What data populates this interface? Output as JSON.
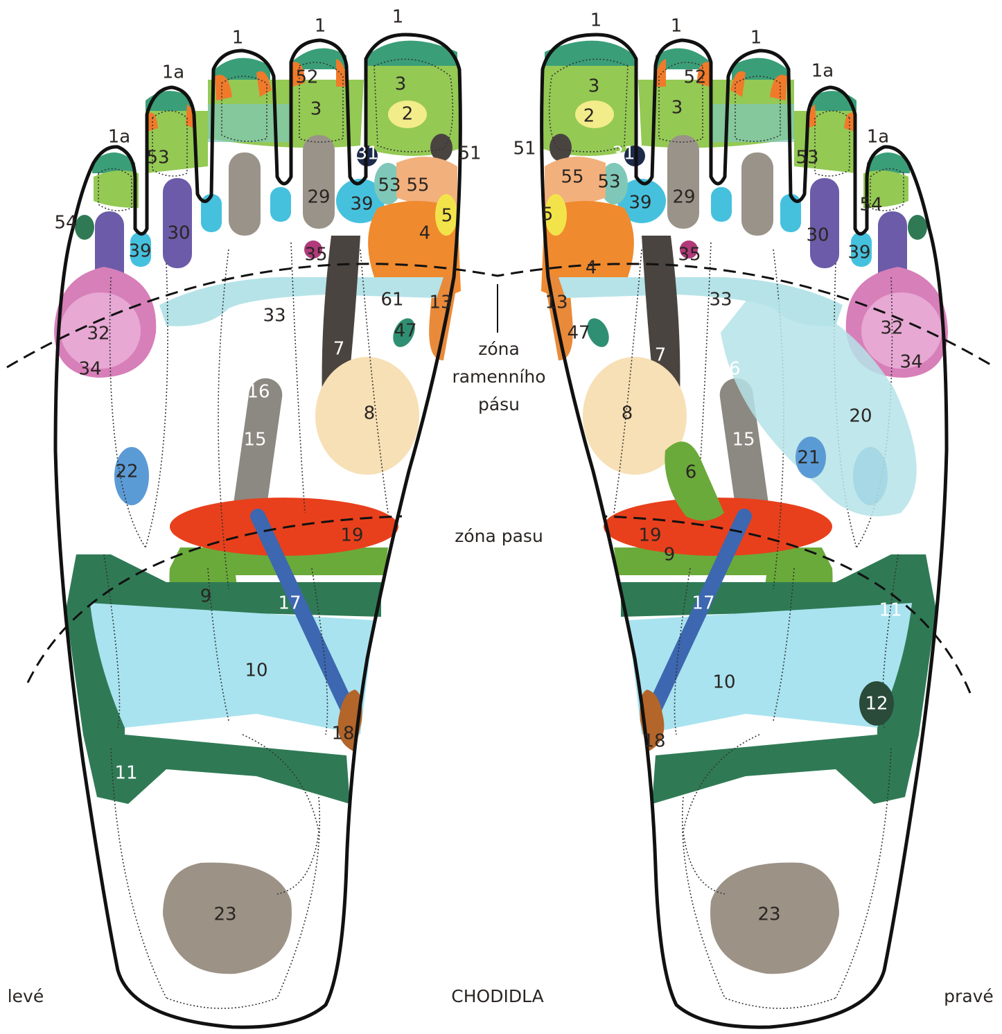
{
  "annotations": {
    "shoulder_zone": [
      "zóna",
      "ramenního",
      "pásu"
    ],
    "waist_zone": "zóna pasu",
    "left_caption": "levé",
    "title": "CHODIDLA",
    "right_caption": "pravé"
  },
  "left_foot": {
    "labels": [
      "1",
      "1",
      "1",
      "1a",
      "1a",
      "52",
      "3",
      "3",
      "2",
      "53",
      "31",
      "51",
      "53",
      "55",
      "29",
      "39",
      "5",
      "54",
      "30",
      "39",
      "4",
      "35",
      "61",
      "13",
      "33",
      "32",
      "47",
      "7",
      "34",
      "16",
      "8",
      "15",
      "22",
      "19",
      "9",
      "17",
      "10",
      "18",
      "11",
      "23"
    ]
  },
  "right_foot": {
    "labels": [
      "1",
      "1",
      "1",
      "1a",
      "1a",
      "3",
      "52",
      "3",
      "2",
      "51",
      "31",
      "53",
      "55",
      "53",
      "39",
      "29",
      "5",
      "54",
      "30",
      "39",
      "4",
      "35",
      "33",
      "13",
      "32",
      "47",
      "7",
      "34",
      "16",
      "20",
      "8",
      "15",
      "21",
      "6",
      "19",
      "9",
      "17",
      "11",
      "10",
      "12",
      "18",
      "23"
    ]
  },
  "colors": {
    "toe_tip": "#3a9f78",
    "light_green": "#94c954",
    "orange": "#f08a2e",
    "sinus_blue": "#45c1de",
    "purple": "#6b5ba8",
    "pink": "#d77fb9",
    "gray": "#9a9389",
    "dark": "#4a4440",
    "peach": "#f7e0b5",
    "pale_cyan": "#b5e3e8",
    "red": "#e8401c",
    "green": "#6aaa3a",
    "dark_green": "#2f7a55",
    "light_blue": "#a9e3ef",
    "blue": "#3d67b0",
    "brown": "#b3652a"
  }
}
